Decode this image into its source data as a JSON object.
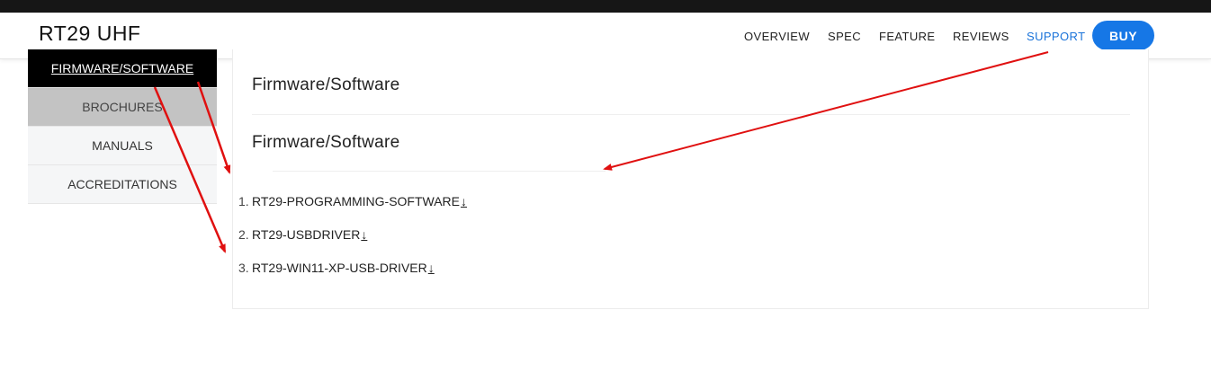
{
  "header": {
    "brand": "RT29 UHF",
    "nav": [
      "OVERVIEW",
      "SPEC",
      "FEATURE",
      "REVIEWS",
      "SUPPORT"
    ],
    "active_nav": "SUPPORT",
    "buy_label": "BUY"
  },
  "sidebar": {
    "items": [
      {
        "label": "FIRMWARE/SOFTWARE",
        "state": "active"
      },
      {
        "label": "BROCHURES",
        "state": "hover"
      },
      {
        "label": "MANUALS",
        "state": "normal"
      },
      {
        "label": "ACCREDITATIONS",
        "state": "normal"
      }
    ]
  },
  "main": {
    "section_title": "Firmware/Software",
    "subsection_title": "Firmware/Software",
    "downloads": [
      {
        "num": "1.",
        "name": "RT29-PROGRAMMING-SOFTWARE",
        "icon": "download-icon",
        "icon_glyph": "↓"
      },
      {
        "num": "2.",
        "name": "RT29-USBDRIVER",
        "icon": "download-icon",
        "icon_glyph": "↓"
      },
      {
        "num": "3.",
        "name": "RT29-WIN11-XP-USB-DRIVER",
        "icon": "download-icon",
        "icon_glyph": "↓"
      }
    ]
  },
  "colors": {
    "accent": "#1677e6",
    "active_nav": "#1a73d9",
    "annotation_arrow": "#e01010",
    "top_bar": "#161616"
  }
}
